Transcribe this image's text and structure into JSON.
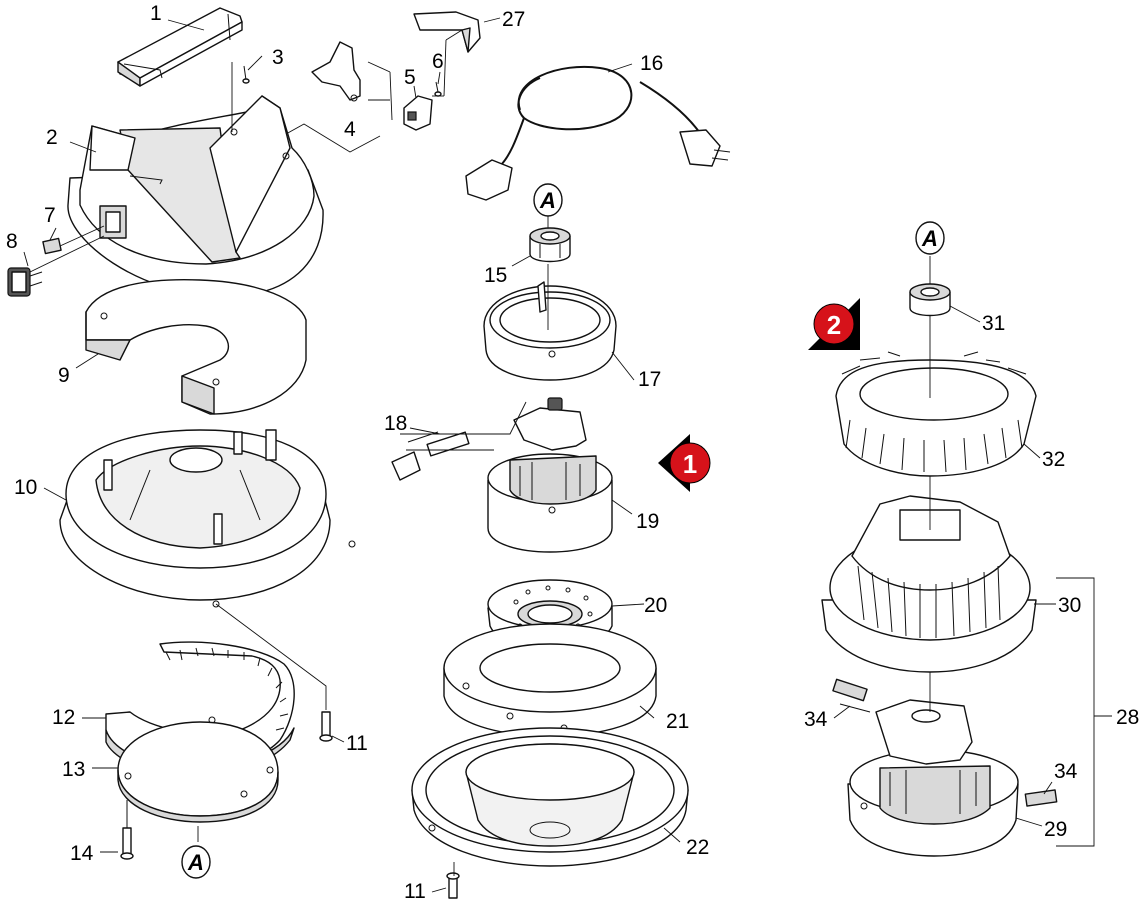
{
  "callouts": {
    "p1": "1",
    "p2": "2",
    "p3": "3",
    "p4": "4",
    "p5": "5",
    "p6": "6",
    "p7": "7",
    "p8": "8",
    "p9": "9",
    "p10": "10",
    "p11a": "11",
    "p11b": "11",
    "p12": "12",
    "p13": "13",
    "p14": "14",
    "p15": "15",
    "p16": "16",
    "p17": "17",
    "p18": "18",
    "p19": "19",
    "p20": "20",
    "p21": "21",
    "p22": "22",
    "p27": "27",
    "p28": "28",
    "p29": "29",
    "p30": "30",
    "p31": "31",
    "p32": "32",
    "p34a": "34",
    "p34b": "34"
  },
  "references": {
    "a1": "A",
    "a2": "A",
    "a3": "A"
  },
  "badges": {
    "b1": "1",
    "b2": "2"
  },
  "colors": {
    "badge": "#d6121a",
    "shade": "#d9d9d9",
    "line": "#111111"
  }
}
